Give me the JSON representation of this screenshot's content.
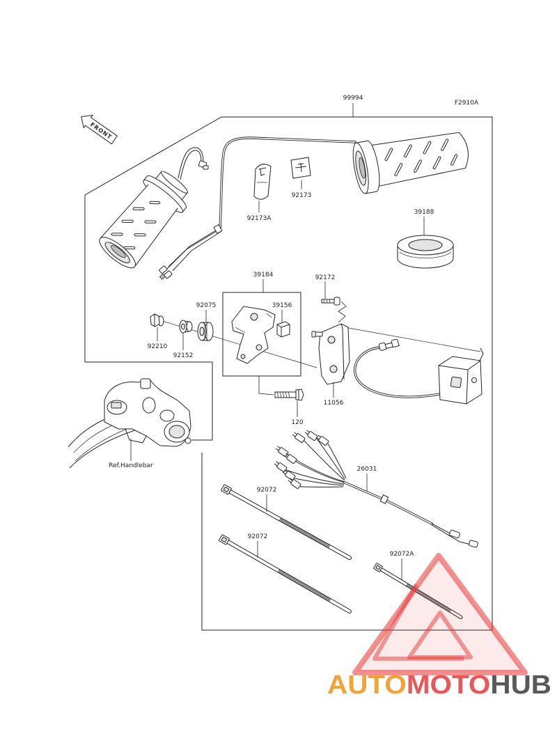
{
  "figure_code": "F2910A",
  "front_label": "FRONT",
  "reference_label": "Ref.Handlebar",
  "callouts": [
    "99994",
    "92173",
    "92173A",
    "39188",
    "39184",
    "92172",
    "39156",
    "92075",
    "92210",
    "92152",
    "11056",
    "120",
    "26031",
    "92072",
    "92072",
    "92072A"
  ],
  "watermark": {
    "text_parts": [
      "AUTO",
      "MOTO",
      "HUB"
    ],
    "colors": {
      "auto": "#f2a33a",
      "moto": "#e8575a",
      "hub": "#595959",
      "triangle": "#e53935"
    }
  }
}
